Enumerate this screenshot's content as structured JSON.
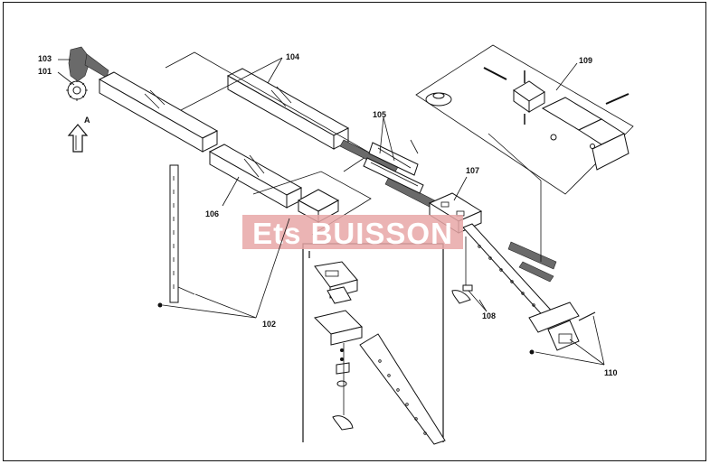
{
  "labels": {
    "l101": "101",
    "l102": "102",
    "l103": "103",
    "l104": "104",
    "l105": "105",
    "l106": "106",
    "l107": "107",
    "l108": "108",
    "l109": "109",
    "l110": "110",
    "arrow_a": "A"
  },
  "watermark": {
    "text": "Ets BUISSON",
    "color": "#e8a7a7"
  }
}
